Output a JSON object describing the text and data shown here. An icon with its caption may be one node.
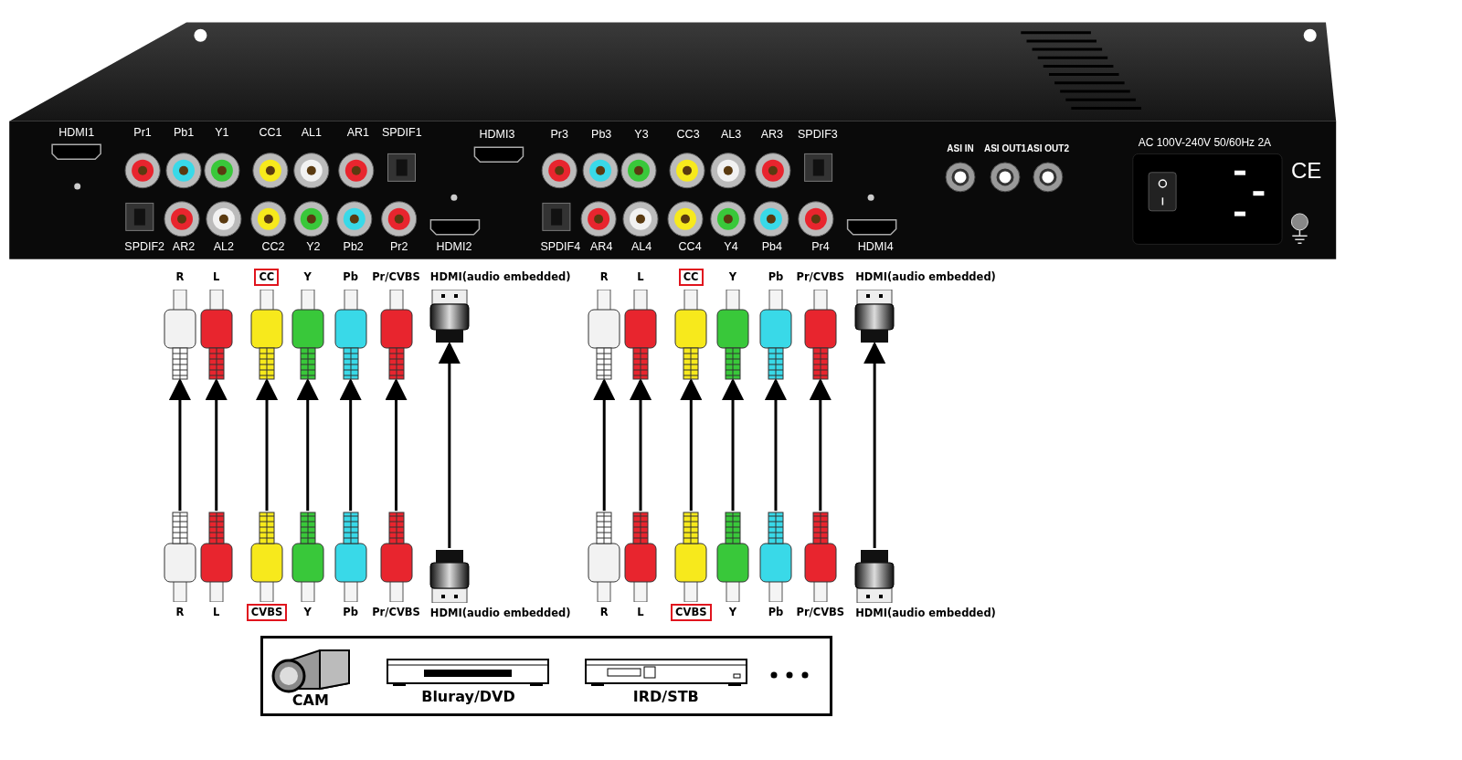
{
  "diagram": {
    "nodes": [
      {
        "text": [
          "R"
        ]
      },
      {
        "text": [
          "L"
        ]
      },
      {
        "text": [
          "CC"
        ]
      },
      {
        "text": [
          "Y"
        ]
      },
      {
        "text": [
          "Pb"
        ]
      },
      {
        "text": [
          "Pr/CVBS"
        ]
      },
      {
        "text": [
          "HDMI(audio embedded)"
        ]
      },
      {
        "text": [
          "R"
        ]
      },
      {
        "text": [
          "L"
        ]
      },
      {
        "text": [
          "CC"
        ]
      },
      {
        "text": [
          "Y"
        ]
      },
      {
        "text": [
          "Pb"
        ]
      },
      {
        "text": [
          "Pr/CVBS"
        ]
      },
      {
        "text": [
          "HDMI(audio embedded)"
        ]
      },
      {
        "text": [
          "R"
        ]
      },
      {
        "text": [
          "L"
        ]
      },
      {
        "text": [
          "CVBS"
        ]
      },
      {
        "text": [
          "Y"
        ]
      },
      {
        "text": [
          "Pb"
        ]
      },
      {
        "text": [
          "Pr/CVBS"
        ]
      },
      {
        "text": [
          "HDMI(audio embedded)"
        ]
      },
      {
        "text": [
          "R"
        ]
      },
      {
        "text": [
          "L"
        ]
      },
      {
        "text": [
          "CVBS"
        ]
      },
      {
        "text": [
          "Y"
        ]
      },
      {
        "text": [
          "Pb"
        ]
      },
      {
        "text": [
          "Pr/CVBS"
        ]
      },
      {
        "text": [
          "HDMI(audio embedded)"
        ]
      },
      {
        "text": [],
        "shape": "box"
      },
      {
        "text": [
          "CAM"
        ],
        "in": 28
      },
      {
        "text": [
          "Bluray/DVD"
        ],
        "in": 28
      },
      {
        "text": [
          "IRD/STB"
        ],
        "in": 28
      }
    ],
    "edges": [
      {
        "from": 14,
        "to": 0,
        "arrow": "to"
      },
      {
        "from": 15,
        "to": 1,
        "arrow": "to"
      },
      {
        "from": 16,
        "to": 2,
        "arrow": "to"
      },
      {
        "from": 17,
        "to": 3,
        "arrow": "to"
      },
      {
        "from": 18,
        "to": 4,
        "arrow": "to"
      },
      {
        "from": 19,
        "to": 5,
        "arrow": "to"
      },
      {
        "from": 20,
        "to": 6,
        "arrow": "to"
      },
      {
        "from": 21,
        "to": 7,
        "arrow": "to"
      },
      {
        "from": 22,
        "to": 8,
        "arrow": "to"
      },
      {
        "from": 23,
        "to": 9,
        "arrow": "to"
      },
      {
        "from": 24,
        "to": 10,
        "arrow": "to"
      },
      {
        "from": 25,
        "to": 11,
        "arrow": "to"
      },
      {
        "from": 26,
        "to": 12,
        "arrow": "to"
      },
      {
        "from": 27,
        "to": 13,
        "arrow": "to"
      }
    ],
    "labels": [
      "HDMI1",
      "Pr1",
      "Pb1",
      "Y1",
      "CC1",
      "AL1",
      "AR1",
      "SPDIF1",
      "HDMI3",
      "Pr3",
      "Pb3",
      "Y3",
      "CC3",
      "AL3",
      "AR3",
      "SPDIF3",
      "AC 100V-240V 50/60Hz 2A",
      "ASI IN",
      "ASI OUT1",
      "ASI OUT2",
      "CE",
      "SPDIF2",
      "AR2",
      "AL2",
      "CC2",
      "Y2",
      "Pb2",
      "Pr2",
      "HDMI2",
      "SPDIF4",
      "AR4",
      "AL4",
      "CC4",
      "Y4",
      "Pb4",
      "Pr4",
      "HDMI4"
    ]
  }
}
